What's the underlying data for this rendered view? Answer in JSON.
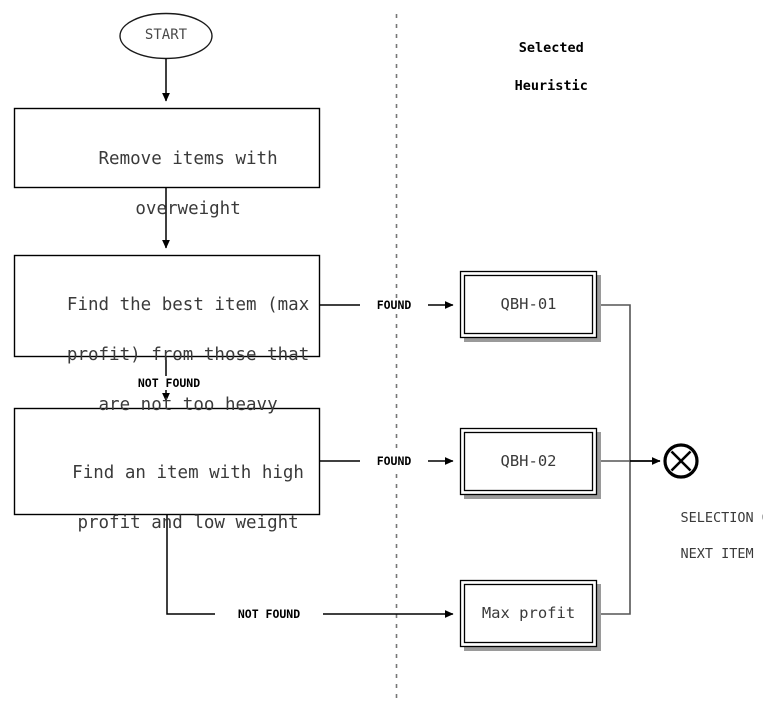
{
  "diagram": {
    "title_column": {
      "line1": "Selected",
      "line2": "Heuristic"
    },
    "start_node": {
      "label": "START"
    },
    "process_nodes": [
      {
        "id": "remove-overweight",
        "lines": [
          "Remove items with",
          "overweight"
        ]
      },
      {
        "id": "find-best-item",
        "lines": [
          "Find the best item (max",
          "profit) from those that",
          "are not too heavy"
        ]
      },
      {
        "id": "find-high-profit-low-weight",
        "lines": [
          "Find an item with high",
          "profit and low weight"
        ]
      }
    ],
    "heuristic_nodes": [
      {
        "id": "qbh-01",
        "label": "QBH-01"
      },
      {
        "id": "qbh-02",
        "label": "QBH-02"
      },
      {
        "id": "max-profit",
        "label": "Max profit"
      }
    ],
    "edge_labels": {
      "found_1": "FOUND",
      "found_2": "FOUND",
      "not_found_1": "NOT FOUND",
      "not_found_2": "NOT FOUND"
    },
    "terminal": {
      "caption_line1": "SELECTION OF",
      "caption_line2": "NEXT ITEM",
      "glyph": "circle-x"
    },
    "colors": {
      "stroke": "#000000",
      "bus_line": "#555555",
      "text": "#3a3a3a",
      "background": "#ffffff",
      "divider": "#777777"
    }
  }
}
